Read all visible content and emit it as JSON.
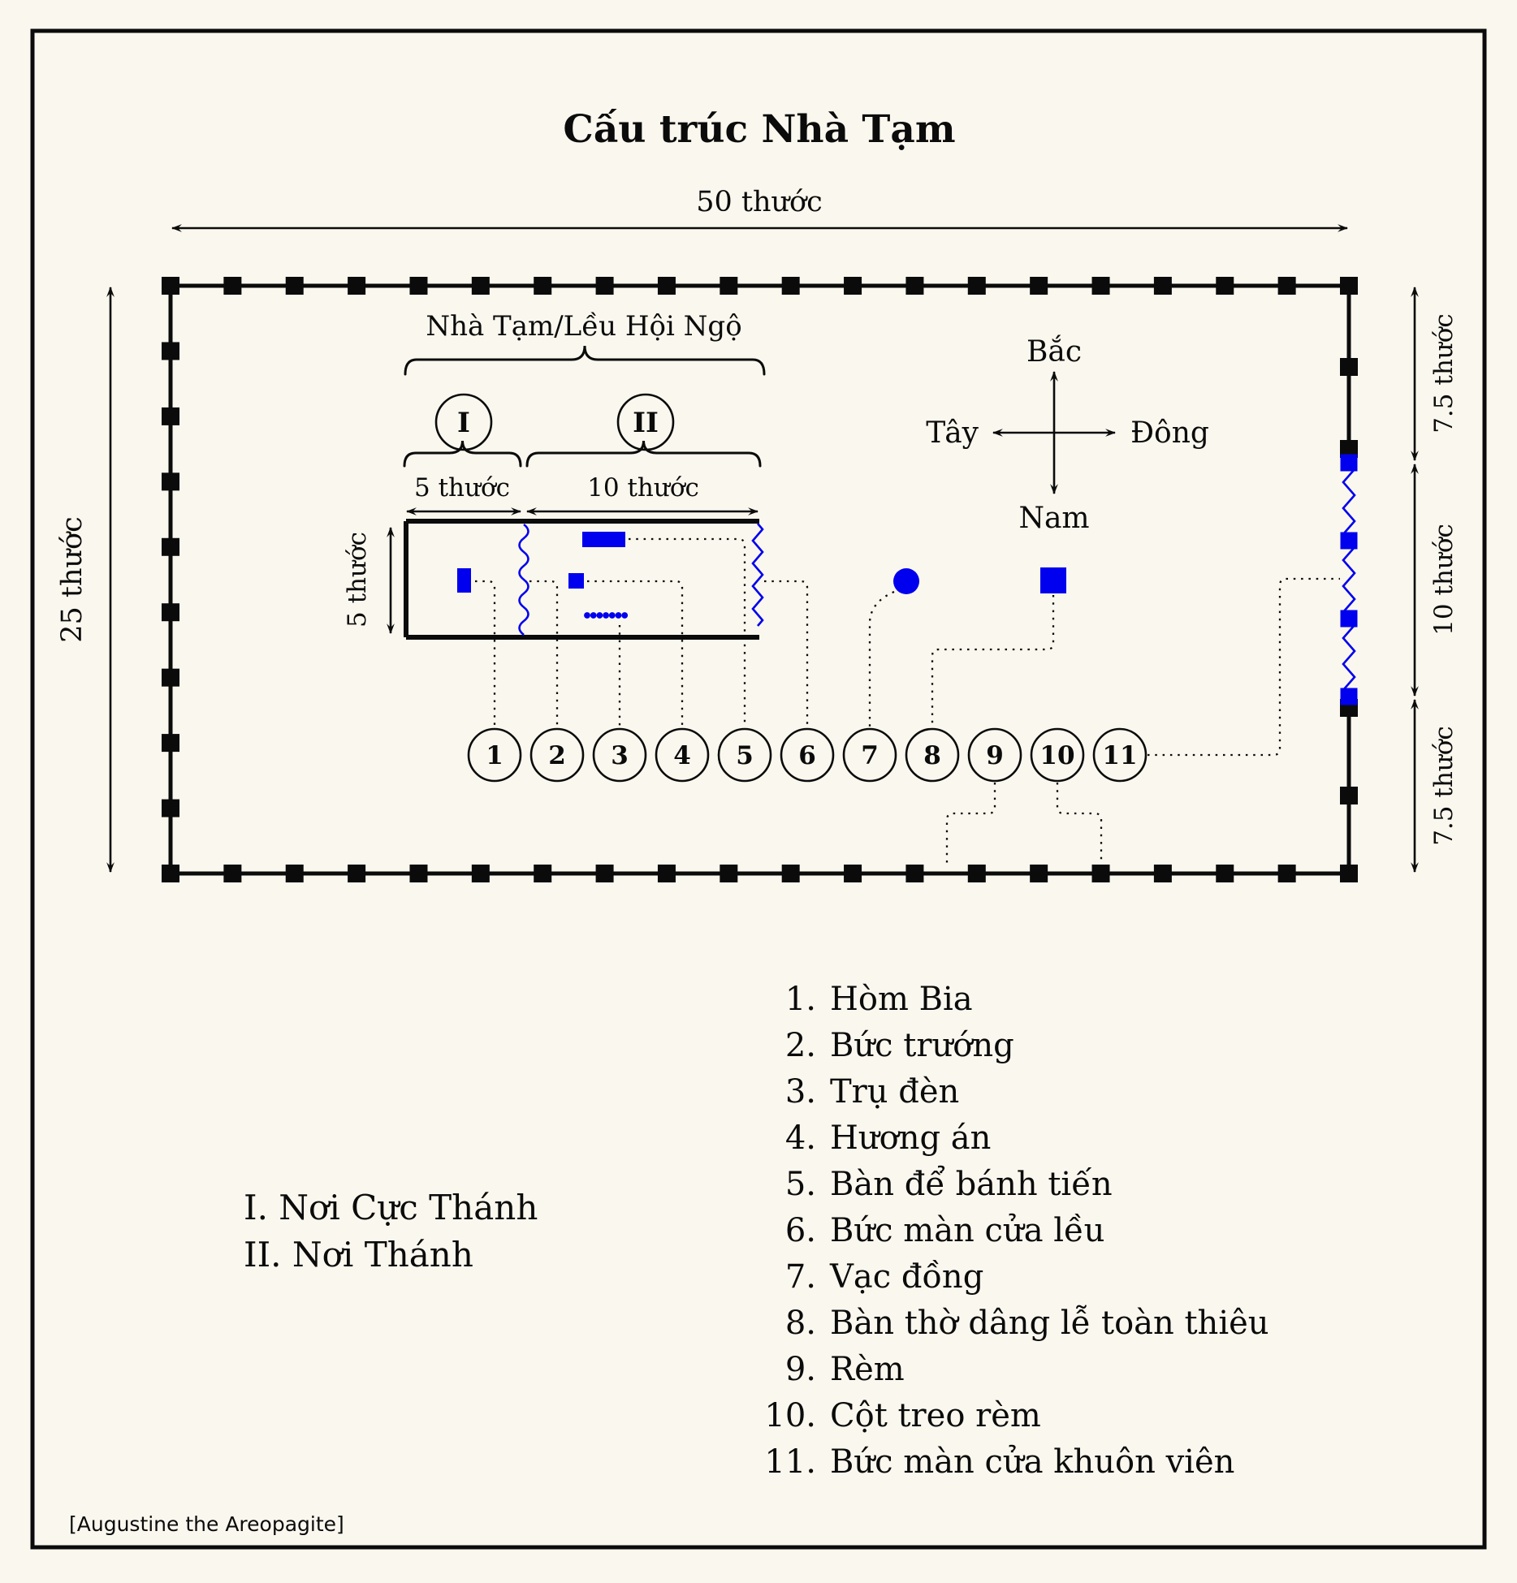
{
  "title": "Cấu trúc Nhà Tạm",
  "attribution": "[Augustine the Areopagite]",
  "colors": {
    "background": "#FAF7EE",
    "ink": "#0B0B0B",
    "accent_blue": "#0000EE"
  },
  "compass": {
    "north": "Bắc",
    "south": "Nam",
    "east": "Đông",
    "west": "Tây"
  },
  "dimensions": {
    "courtyard_width": "50 thước",
    "courtyard_height": "25 thước",
    "east_top": "7.5 thước",
    "east_gate": "10 thước",
    "east_bottom": "7.5 thước",
    "holy_of_holies_width": "5 thước",
    "holy_place_width": "10 thước",
    "tent_depth": "5 thước"
  },
  "tent": {
    "label": "Nhà Tạm/Lều Hội Ngộ",
    "section1_numeral": "I",
    "section2_numeral": "II"
  },
  "callouts": [
    "1",
    "2",
    "3",
    "4",
    "5",
    "6",
    "7",
    "8",
    "9",
    "10",
    "11"
  ],
  "legend": {
    "items": [
      {
        "num": "1.",
        "label": "Hòm Bia"
      },
      {
        "num": "2.",
        "label": "Bức trướng"
      },
      {
        "num": "3.",
        "label": "Trụ đèn"
      },
      {
        "num": "4.",
        "label": "Hương án"
      },
      {
        "num": "5.",
        "label": "Bàn để bánh tiến"
      },
      {
        "num": "6.",
        "label": "Bức màn cửa lều"
      },
      {
        "num": "7.",
        "label": "Vạc đồng"
      },
      {
        "num": "8.",
        "label": "Bàn thờ dâng lễ toàn thiêu"
      },
      {
        "num": "9.",
        "label": "Rèm"
      },
      {
        "num": "10.",
        "label": "Cột treo rèm"
      },
      {
        "num": "11.",
        "label": "Bức màn cửa khuôn viên"
      }
    ]
  },
  "sections": [
    "I. Nơi Cực Thánh",
    "II. Nơi Thánh"
  ]
}
